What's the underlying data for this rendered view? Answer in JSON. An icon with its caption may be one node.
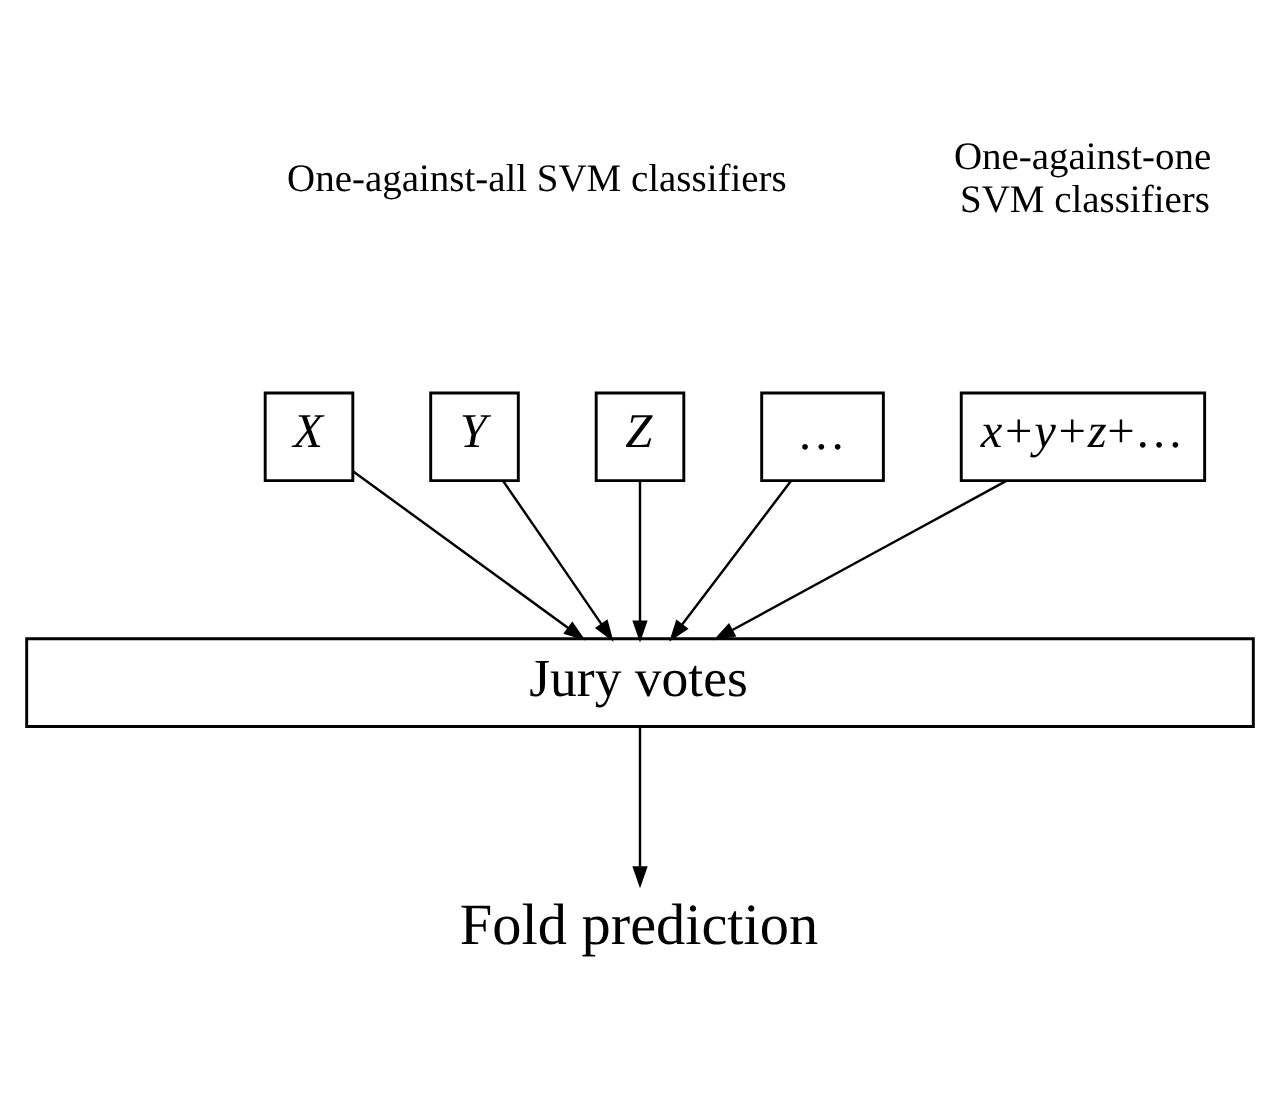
{
  "diagram": {
    "nodes": [
      {
        "text": [
          "X"
        ]
      },
      {
        "text": [
          "Y"
        ]
      },
      {
        "text": [
          "Z"
        ]
      },
      {
        "text": [
          "…"
        ]
      },
      {
        "text": [
          "*x*+*y*+*z*+…"
        ]
      },
      {
        "text": [
          "Jury votes"
        ]
      },
      {
        "text": [
          "Fold prediction"
        ]
      }
    ],
    "edges": [
      {
        "from": 0,
        "to": 5,
        "arrow": "to"
      },
      {
        "from": 1,
        "to": 5,
        "arrow": "to"
      },
      {
        "from": 2,
        "to": 5,
        "arrow": "to"
      },
      {
        "from": 3,
        "to": 5,
        "arrow": "to"
      },
      {
        "from": 4,
        "to": 5,
        "arrow": "to"
      },
      {
        "from": 5,
        "to": 6,
        "arrow": "to"
      }
    ],
    "labels": [
      "One-against-all SVM classifiers",
      "One-against-one SVM classifiers"
    ]
  }
}
